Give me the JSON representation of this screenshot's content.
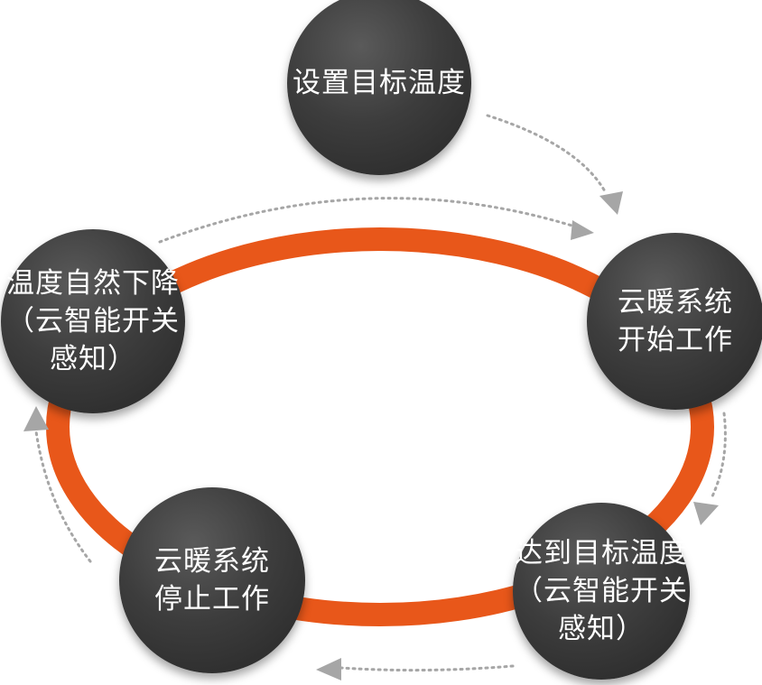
{
  "diagram": {
    "ring_color": "#e8571a",
    "node_color": "#3a3a3a",
    "arrow_color": "#a6a6a6",
    "text_color": "#ffffff",
    "nodes": {
      "set_temp": {
        "lines": [
          "设置目标温度"
        ]
      },
      "start": {
        "lines": [
          "云暖系统",
          "开始工作"
        ]
      },
      "reached": {
        "lines": [
          "达到目标温度",
          "（云智能开关",
          "感知）"
        ]
      },
      "stop": {
        "lines": [
          "云暖系统",
          "停止工作"
        ]
      },
      "drop": {
        "lines": [
          "温度自然下降",
          "（云智能开关",
          "感知）"
        ]
      }
    }
  }
}
